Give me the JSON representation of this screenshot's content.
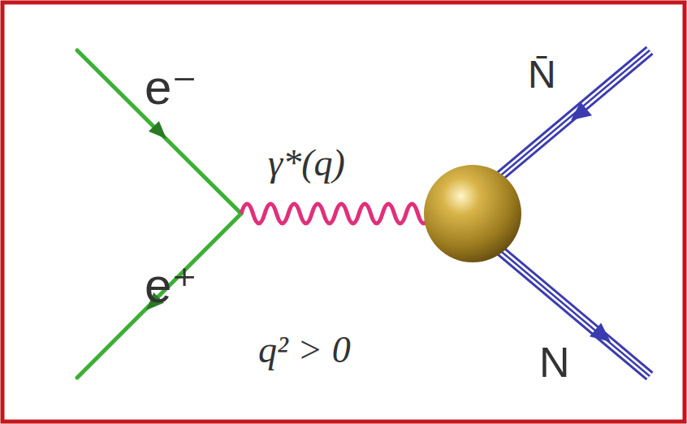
{
  "diagram": {
    "labels": [
      "e⁻",
      "N̄",
      "γ*(q)",
      "e⁺",
      "q² > 0",
      "N"
    ]
  }
}
